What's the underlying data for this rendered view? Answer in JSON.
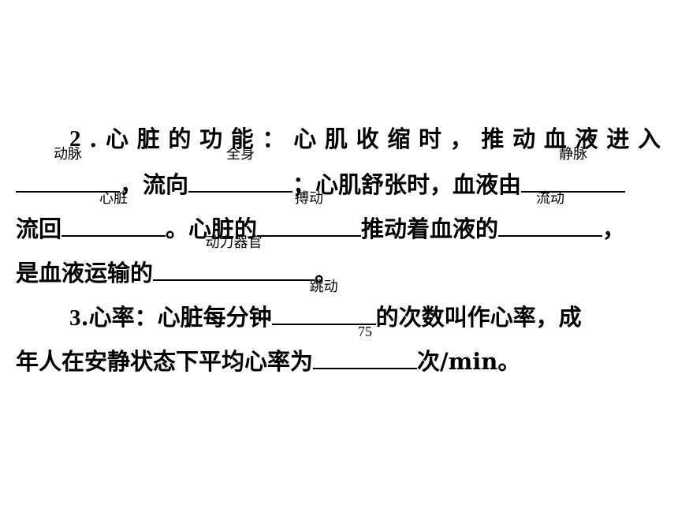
{
  "item2": {
    "number": "2",
    "dot": ".",
    "intro": "心脏的功能：心肌收缩时，推动血液进入",
    "text_1": "，流向",
    "text_2": "；心肌舒张时，血液由",
    "text_3": "流回",
    "text_4": "。心脏的",
    "text_5": "推动着血液的",
    "text_6": "，",
    "text_7": "是血液运输的",
    "text_8": "。",
    "answers": [
      "动脉",
      "全身",
      "静脉",
      "心脏",
      "搏动",
      "流动",
      "动力器官"
    ]
  },
  "item3": {
    "number": "3",
    "dot": ".",
    "text_1": "心率：心脏每分钟",
    "text_2": "的次数叫作心率，成",
    "text_3": "年人在安静状态下平均心率为",
    "text_4": "次/min。",
    "answers": [
      "跳动",
      "75"
    ]
  }
}
